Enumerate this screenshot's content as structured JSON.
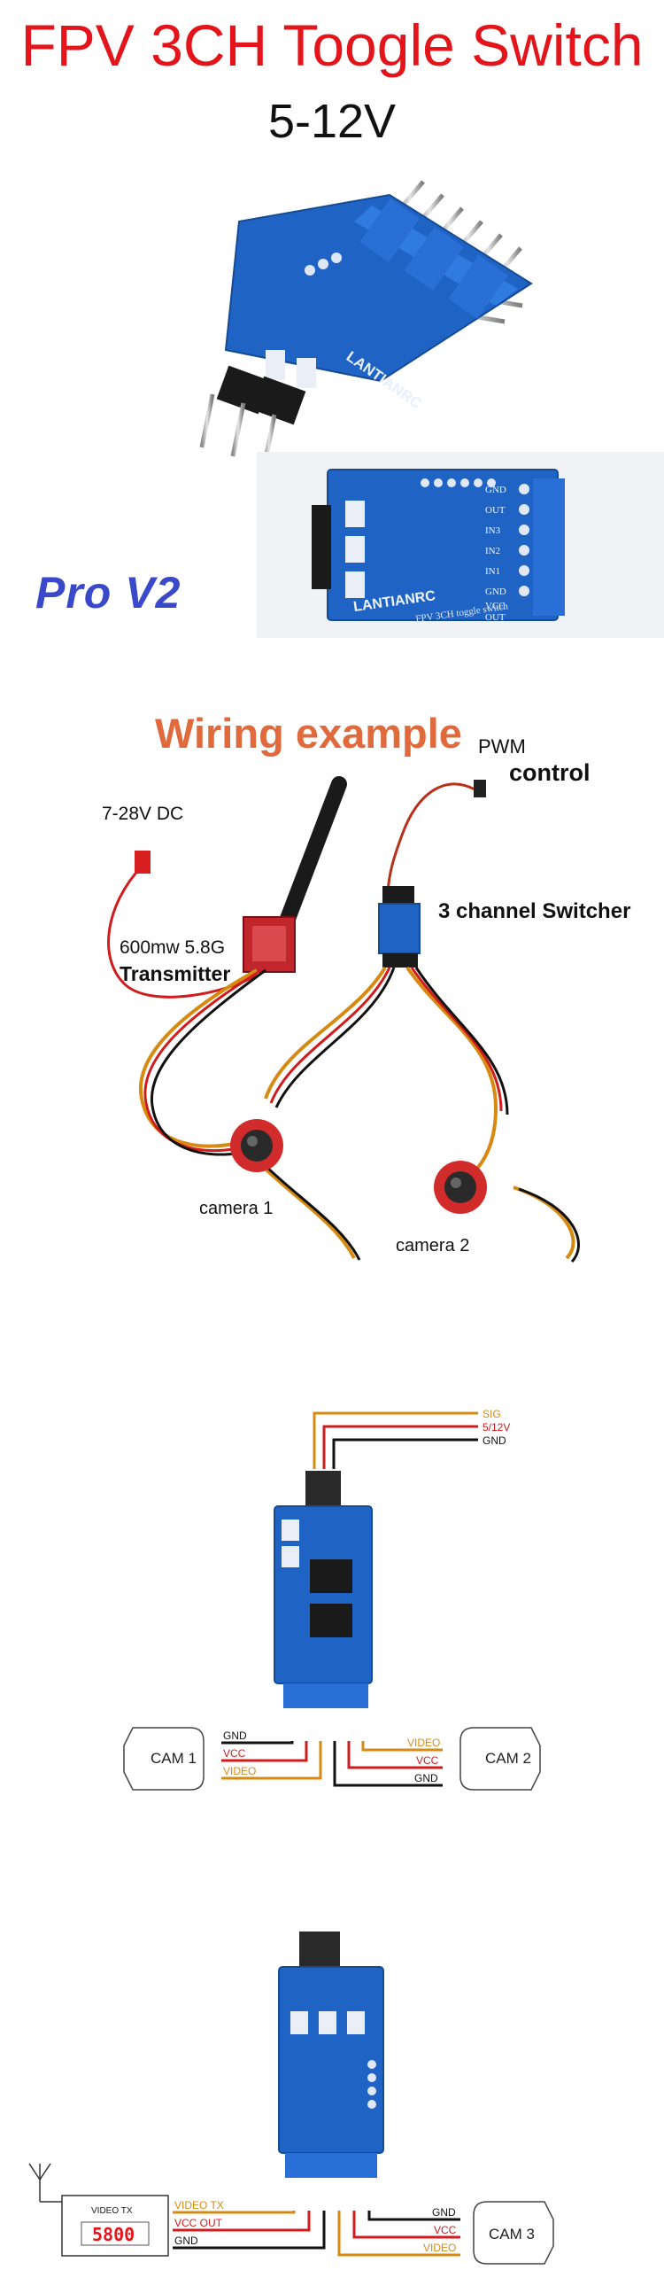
{
  "header": {
    "title": "FPV 3CH Toogle Switch",
    "voltage": "5-12V",
    "version": "Pro V2"
  },
  "board": {
    "brand": "LANTIANRC",
    "model": "FPV 3CH toggle switch",
    "pin_labels": [
      "GND",
      "OUT",
      "IN3",
      "IN2",
      "IN1",
      "GND",
      "VCC",
      "OUT"
    ]
  },
  "wiring": {
    "title": "Wiring example",
    "pwm": "PWM",
    "control": "control",
    "dc": "7-28V DC",
    "tx_line1": "600mw 5.8G",
    "tx_line2": "Transmitter",
    "switcher": "3 channel Switcher",
    "camera1": "camera 1",
    "camera2": "camera 2"
  },
  "diagram1": {
    "sig": "SIG",
    "power": "5/12V",
    "gnd": "GND",
    "cam1": "CAM 1",
    "cam2": "CAM 2",
    "left_gnd": "GND",
    "left_vcc": "VCC",
    "left_video": "VIDEO",
    "right_video": "VIDEO",
    "right_vcc": "VCC",
    "right_gnd": "GND"
  },
  "diagram2": {
    "tx_label": "VIDEO TX",
    "tx_display": "5800",
    "video_tx": "VIDEO TX",
    "vcc_out": "VCC OUT",
    "gnd_left": "GND",
    "gnd_right": "GND",
    "vcc_right": "VCC",
    "video_right": "VIDEO",
    "cam3": "CAM 3"
  },
  "colors": {
    "title_red": "#e4141b",
    "pro_blue": "#3a49c9",
    "board_blue": "#1f64c4",
    "wiring_orange": "#e06a3c",
    "wire_orange": "#d68a12",
    "wire_red": "#d01c1c",
    "wire_black": "#111111"
  }
}
